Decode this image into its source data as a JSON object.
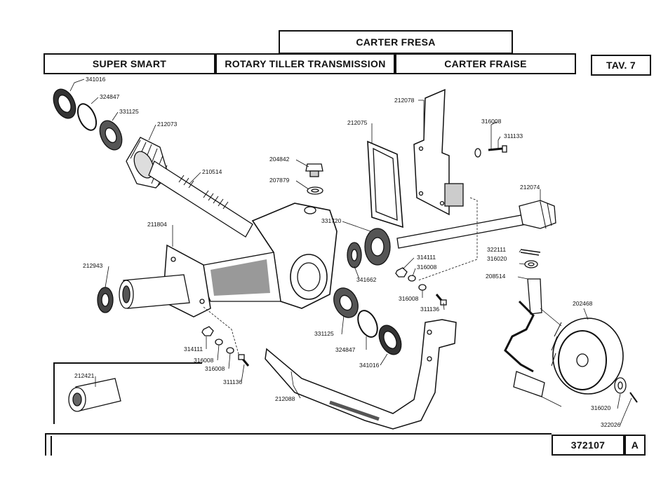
{
  "header": {
    "carter_fresa": "CARTER FRESA",
    "super_smart": "SUPER SMART",
    "rotary_tiller": "ROTARY TILLER TRANSMISSION",
    "carter_fraise": "CARTER FRAISE",
    "tav": "TAV. 7"
  },
  "footer": {
    "code": "372107",
    "revision": "A"
  },
  "parts": {
    "p341016_top": "341016",
    "p324847_top": "324847",
    "p331125_top": "331125",
    "p212073": "212073",
    "p210514": "210514",
    "p204842": "204842",
    "p207879": "207879",
    "p212075": "212075",
    "p212078": "212078",
    "p316008_top": "316008",
    "p311133": "311133",
    "p212074": "212074",
    "p211804": "211804",
    "p331720": "331720",
    "p212943": "212943",
    "p341662": "341662",
    "p322111": "322111",
    "p316020_a": "316020",
    "p314111_r": "314111",
    "p316008_r1": "316008",
    "p208514": "208514",
    "p316008_r2": "316008",
    "p311136_r": "311136",
    "p202468": "202468",
    "p331125_low": "331125",
    "p324847_low": "324847",
    "p341016_low": "341016",
    "p314111_l": "314111",
    "p316008_l1": "316008",
    "p316008_l2": "316008",
    "p311136_l": "311136",
    "p212088": "212088",
    "p212421": "212421",
    "p316020_b": "316020",
    "p322026": "322026"
  }
}
